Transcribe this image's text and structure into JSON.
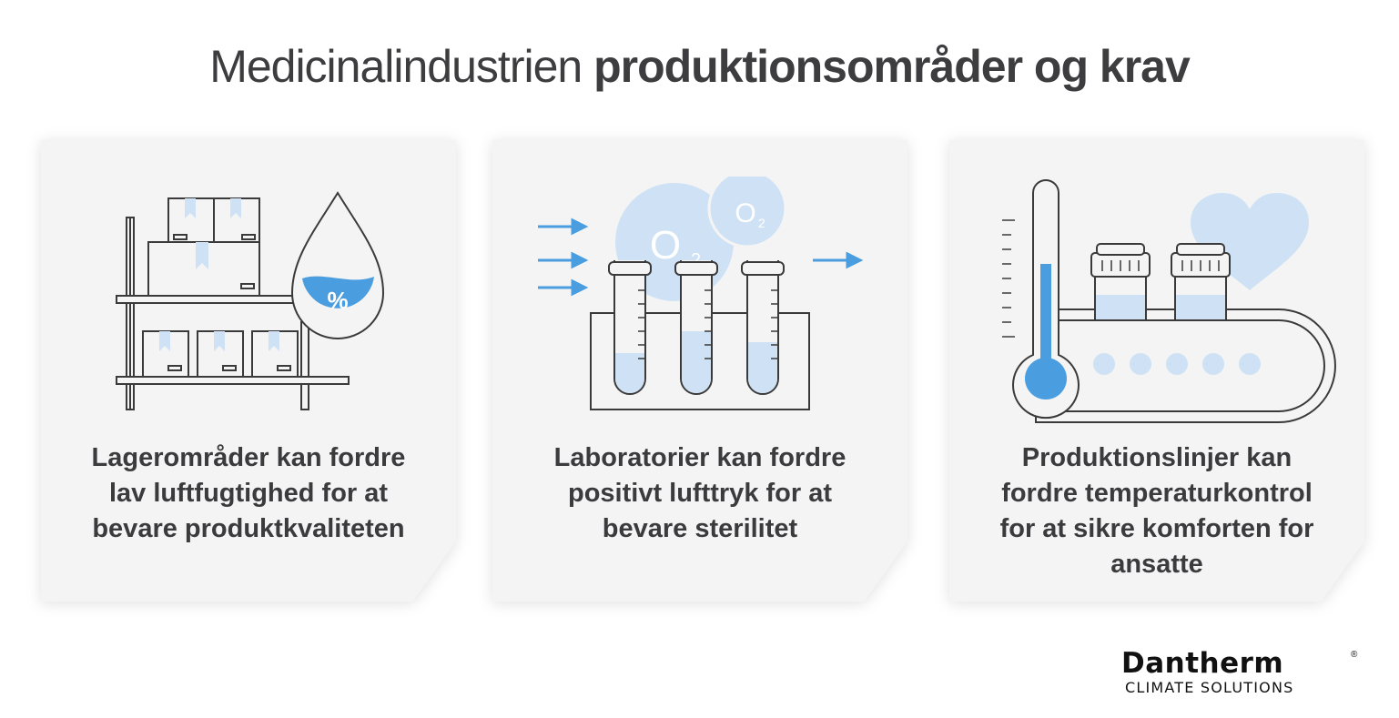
{
  "title": {
    "light": "Medicinalindustrien ",
    "bold": "produktionsområder og krav"
  },
  "cards": [
    {
      "text": "Lagerområder kan fordre\nlav luftfugtighed for at\nbevare produktkvaliteten",
      "icon_label": "%"
    },
    {
      "text": "Laboratorier kan fordre\npositivt lufttryk for at\nbevare sterilitet",
      "bubble_big": "O",
      "bubble_big_sub": "2",
      "bubble_small": "O",
      "bubble_small_sub": "2"
    },
    {
      "text": "Produktionslinjer kan\nfordre temperaturkontrol\nfor at sikre komforten for\nansatte"
    }
  ],
  "logo": {
    "name": "Dantherm",
    "reg": "®",
    "sub": "CLIMATE SOLUTIONS"
  },
  "colors": {
    "accent": "#4a9ee0",
    "accent_light": "#cfe2f5",
    "line": "#3a3a3a",
    "card_bg": "#f4f4f4"
  }
}
